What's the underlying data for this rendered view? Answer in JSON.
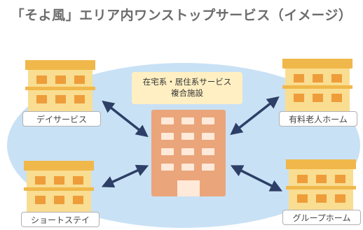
{
  "title": "「そよ風」エリア内ワンストップサービス（イメージ）",
  "center": {
    "line1": "在宅系・居住系サービス",
    "line2": "複合施設"
  },
  "facilities": [
    {
      "label": "デイサービス"
    },
    {
      "label": "有料老人ホーム"
    },
    {
      "label": "ショートステイ"
    },
    {
      "label": "グループホーム"
    }
  ],
  "colors": {
    "ellipse": "#c9e1f5",
    "roof": "#f0b84a",
    "wall": "#f9dd91",
    "window": "#ee9d3a",
    "center_building": "#eaa57a",
    "center_window": "#ffe9d8",
    "arrow": "#2d3f66",
    "center_label_bg": "#ffefc2"
  }
}
